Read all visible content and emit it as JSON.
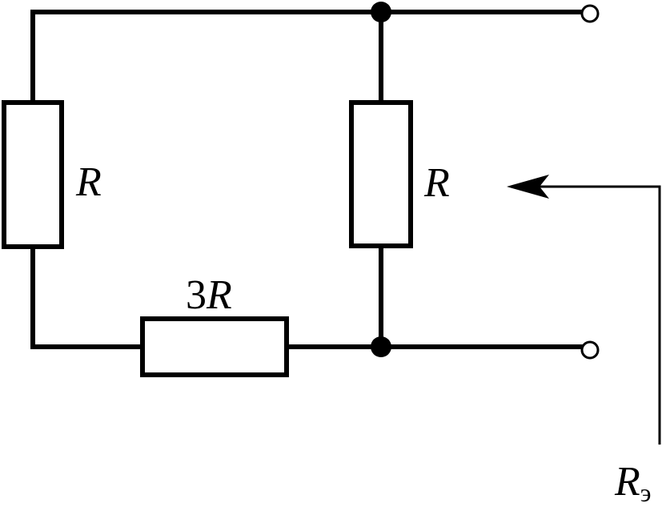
{
  "labels": {
    "left_resistor": {
      "coef": "",
      "sym": "R"
    },
    "right_resistor": {
      "coef": "",
      "sym": "R"
    },
    "bottom_resistor": {
      "coef": "3",
      "sym": "R"
    },
    "equivalent": {
      "sym": "R",
      "sub": "э"
    }
  },
  "colors": {
    "line": "#000000",
    "fill": "#ffffff"
  }
}
